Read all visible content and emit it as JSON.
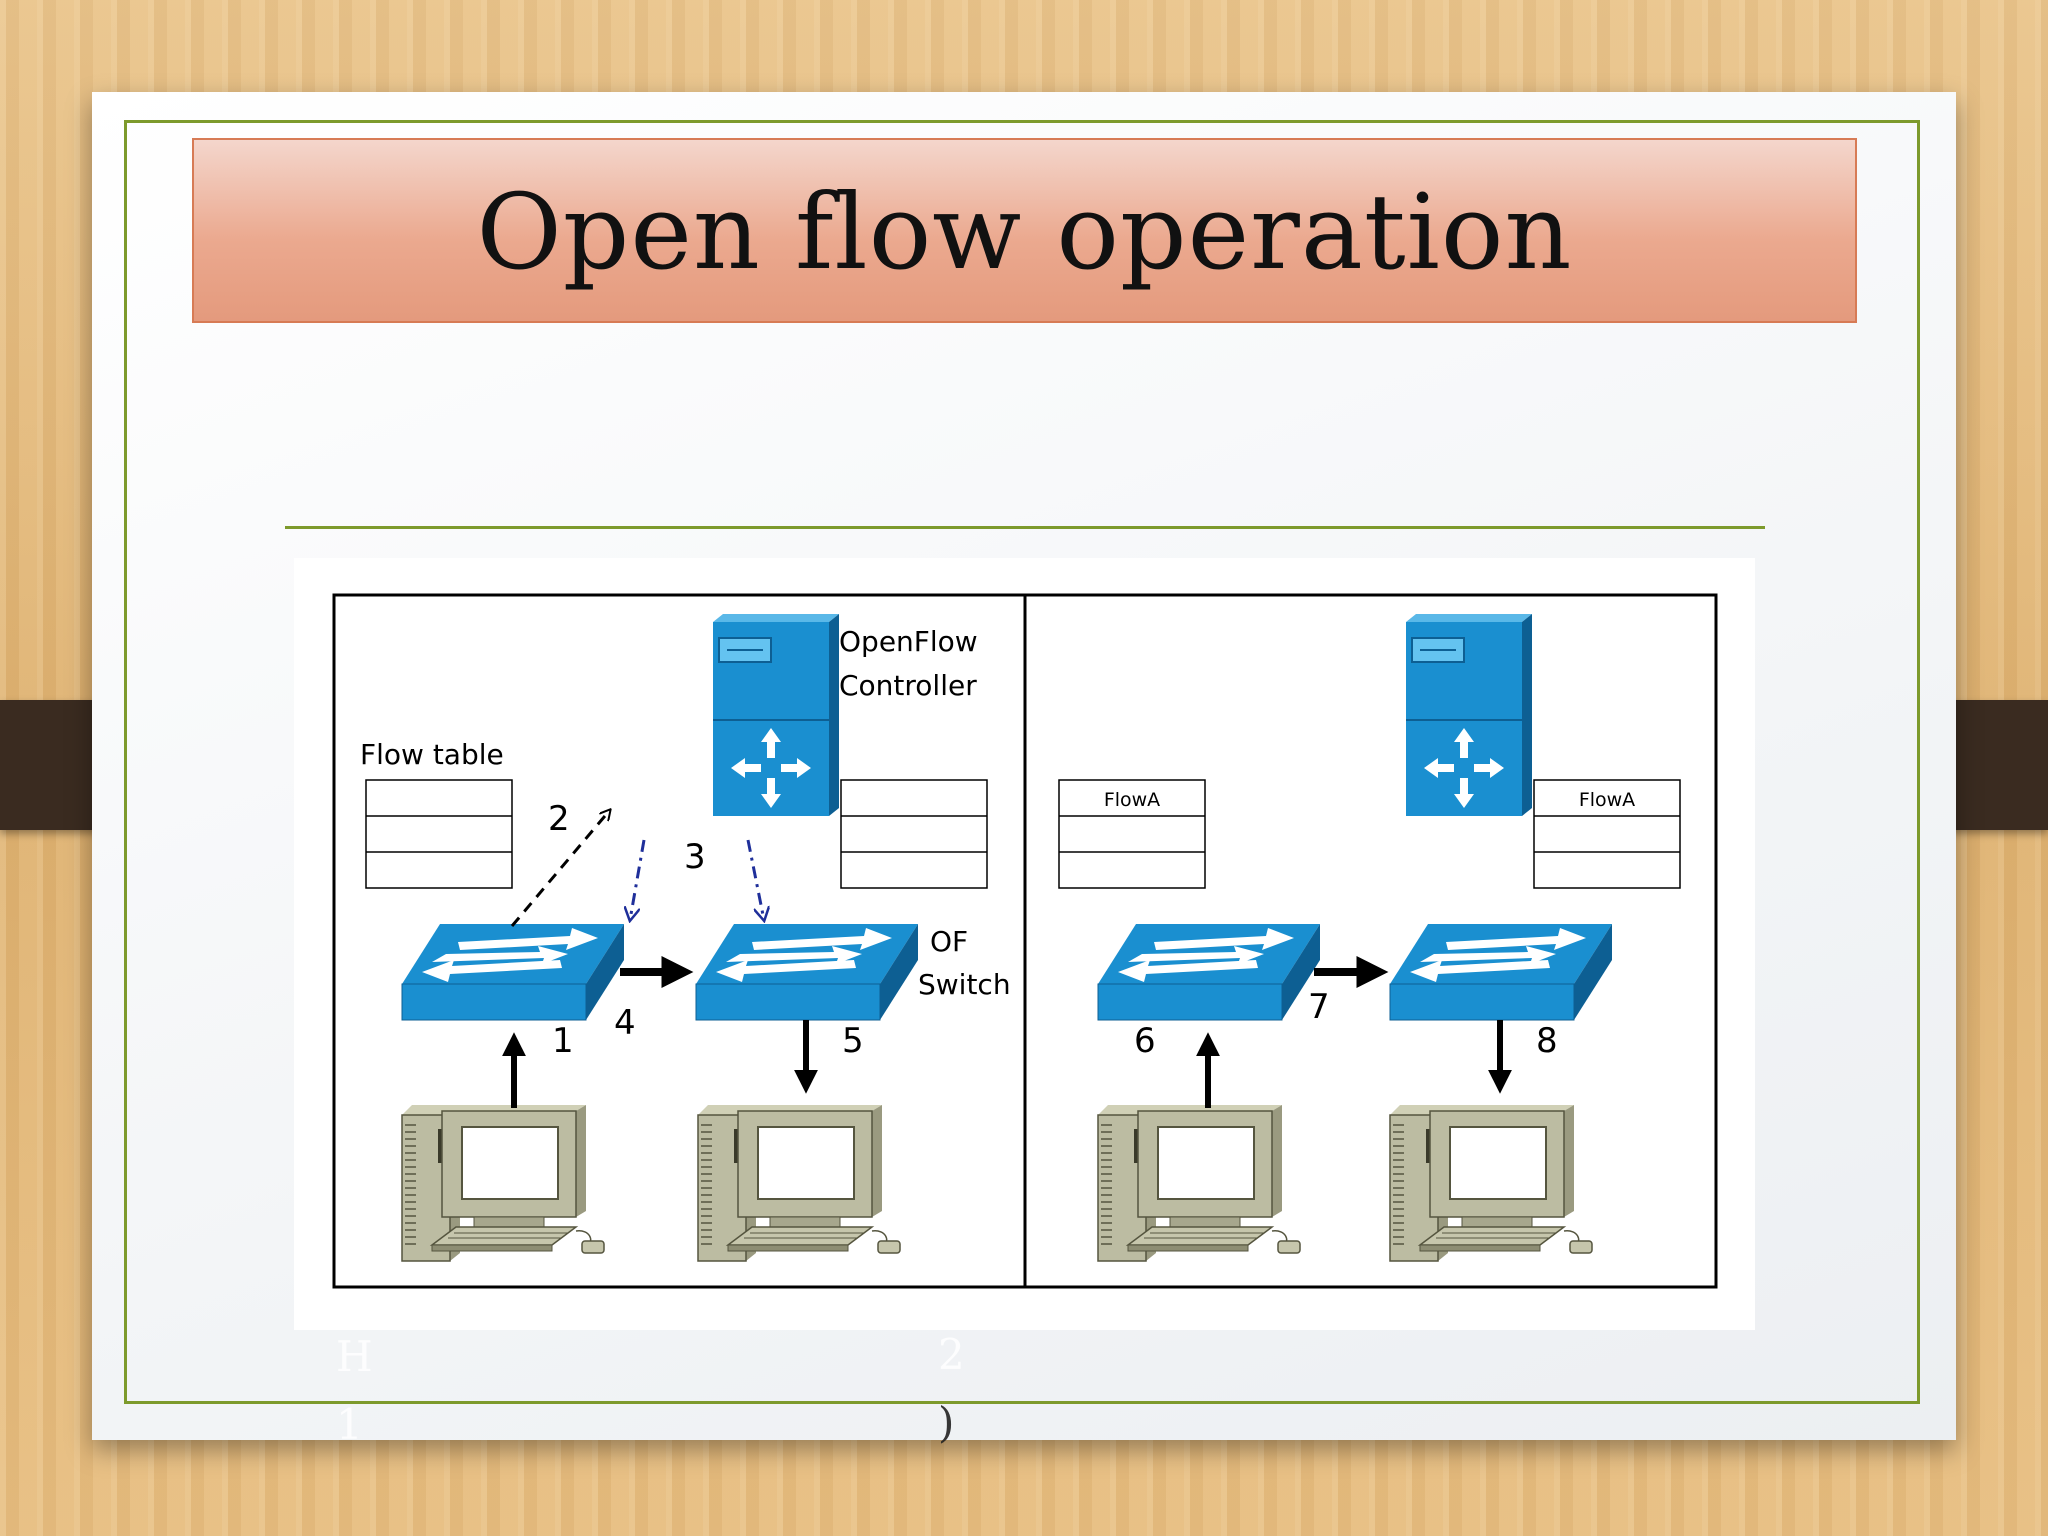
{
  "slide": {
    "title": "Open flow operation",
    "overflow_text_left": [
      "H",
      "1"
    ],
    "overflow_text_right": [
      "2",
      ")"
    ]
  },
  "diagram": {
    "left_panel": {
      "controller_label_line1": "OpenFlow",
      "controller_label_line2": "Controller",
      "flow_table_label": "Flow table",
      "switch_label_line1": "OF",
      "switch_label_line2": "Switch",
      "step_labels": [
        "1",
        "2",
        "3",
        "4",
        "5"
      ]
    },
    "right_panel": {
      "flow_entry_left": "FlowA",
      "flow_entry_right": "FlowA",
      "step_labels": [
        "6",
        "7",
        "8"
      ]
    },
    "colors": {
      "device_blue": "#1a8fd0",
      "device_dark": "#0d5f93",
      "dashed_arrow_blue": "#1f2f9a",
      "frame_green": "#7d9a2c",
      "title_fill": "#e9a78c"
    },
    "icons": [
      "server-icon",
      "switch-icon",
      "computer-icon",
      "arrow-icon"
    ]
  }
}
